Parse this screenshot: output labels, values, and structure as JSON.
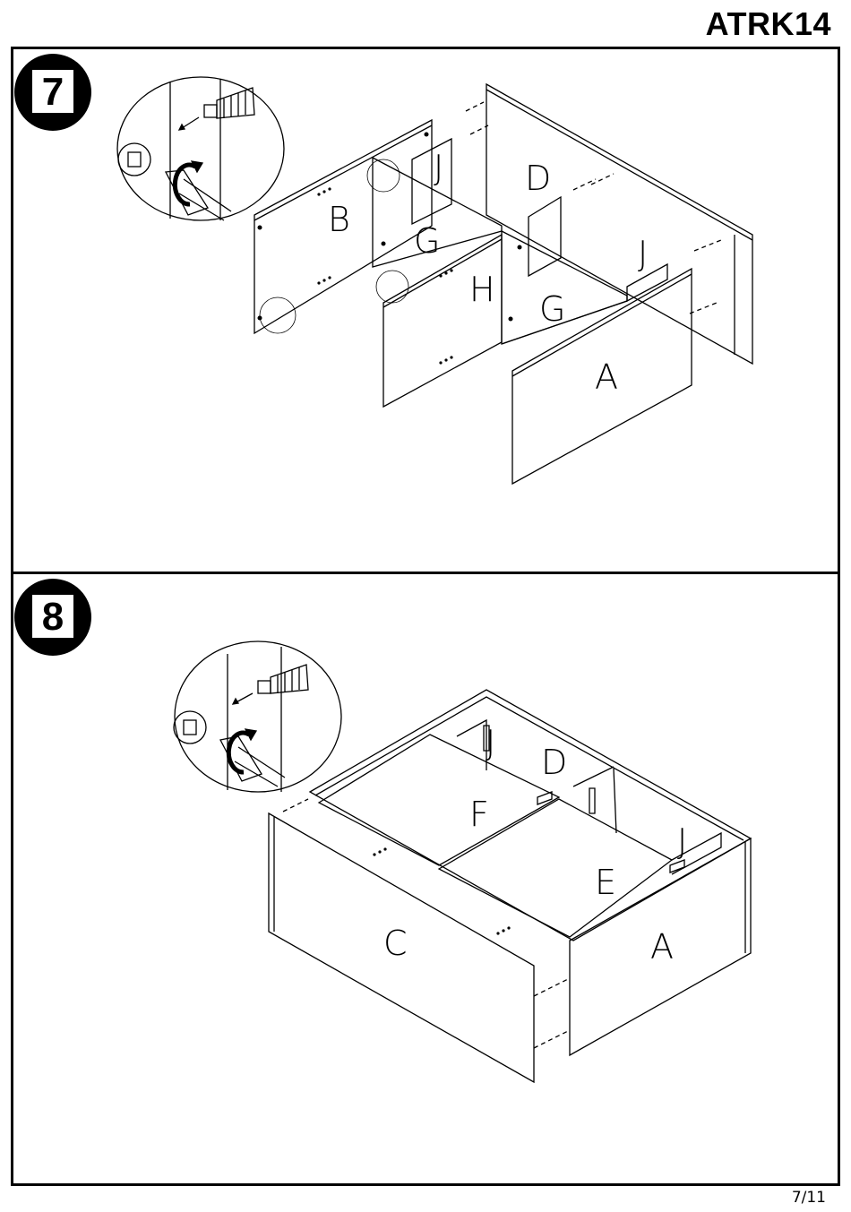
{
  "header": {
    "code": "ATRK14"
  },
  "steps": [
    {
      "number": "7",
      "labels": {
        "b": "B",
        "g1": "G",
        "j1": "J",
        "d": "D",
        "h": "H",
        "g2": "G",
        "j2": "J",
        "a": "A"
      }
    },
    {
      "number": "8",
      "labels": {
        "j1": "J",
        "d": "D",
        "f": "F",
        "j2": "J",
        "e": "E",
        "c": "C",
        "a": "A"
      }
    }
  ],
  "footer": {
    "page": "7/11"
  },
  "icons": [
    "cam-lock-dowel-icon",
    "screwdriver-icon",
    "rotate-arrow-icon"
  ]
}
